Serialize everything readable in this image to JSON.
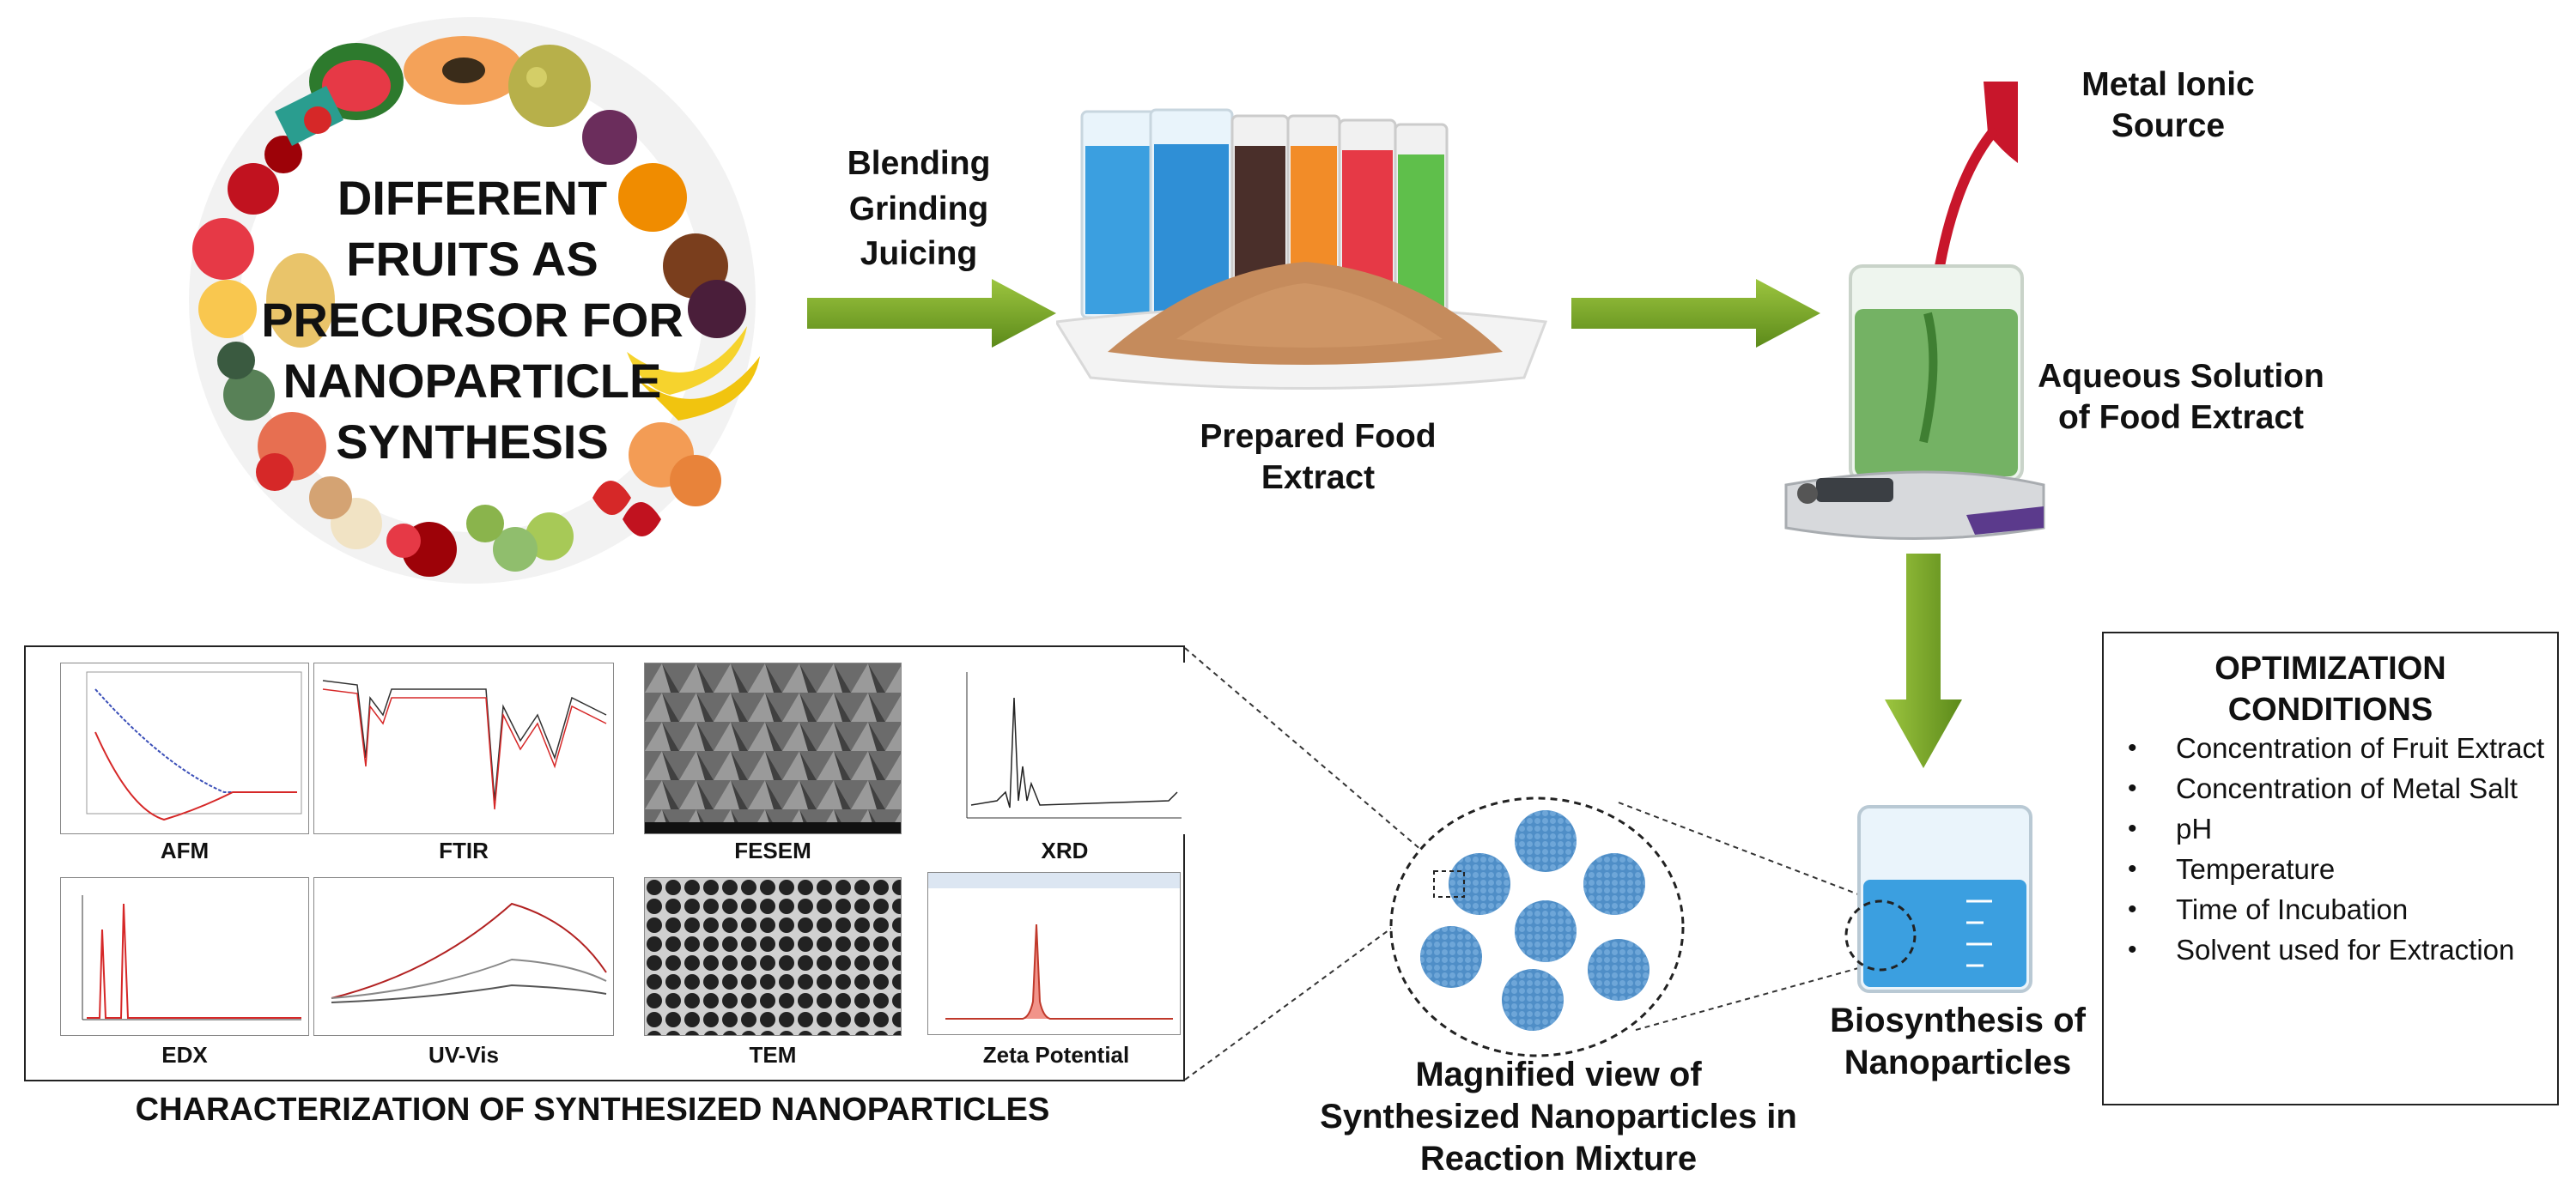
{
  "fruit_ring": {
    "title_lines": [
      "DIFFERENT",
      "FRUITS AS",
      "PRECURSOR FOR",
      "NANOPARTICLE",
      "SYNTHESIS"
    ]
  },
  "process_steps": [
    "Blending",
    "Grinding",
    "Juicing"
  ],
  "prepared_extract": [
    "Prepared Food",
    "Extract"
  ],
  "metal_source": [
    "Metal Ionic",
    "Source"
  ],
  "aqueous_solution": [
    "Aqueous Solution",
    "of Food Extract"
  ],
  "biosynthesis": [
    "Biosynthesis of",
    "Nanoparticles"
  ],
  "magnified_view": [
    "Magnified view of",
    "Synthesized Nanoparticles in",
    "Reaction Mixture"
  ],
  "characterization": {
    "title": "CHARACTERIZATION OF SYNTHESIZED NANOPARTICLES",
    "techniques": [
      "AFM",
      "FTIR",
      "FESEM",
      "XRD",
      "EDX",
      "UV-Vis",
      "TEM",
      "Zeta Potential"
    ]
  },
  "optimization": {
    "title_lines": [
      "OPTIMIZATION",
      "CONDITIONS"
    ],
    "items": [
      "Concentration of Fruit Extract",
      "Concentration of Metal Salt",
      "pH",
      "Temperature",
      "Time of Incubation",
      "Solvent used for Extraction"
    ]
  },
  "colors": {
    "arrow_green": "#6f9a1f",
    "arrow_light": "#9cc53f",
    "liquid_blue": "#3b9fe0",
    "liquid_green": "#5ea64b",
    "powder": "#c58b5c",
    "nanoparticle": "#4f8ec7"
  }
}
